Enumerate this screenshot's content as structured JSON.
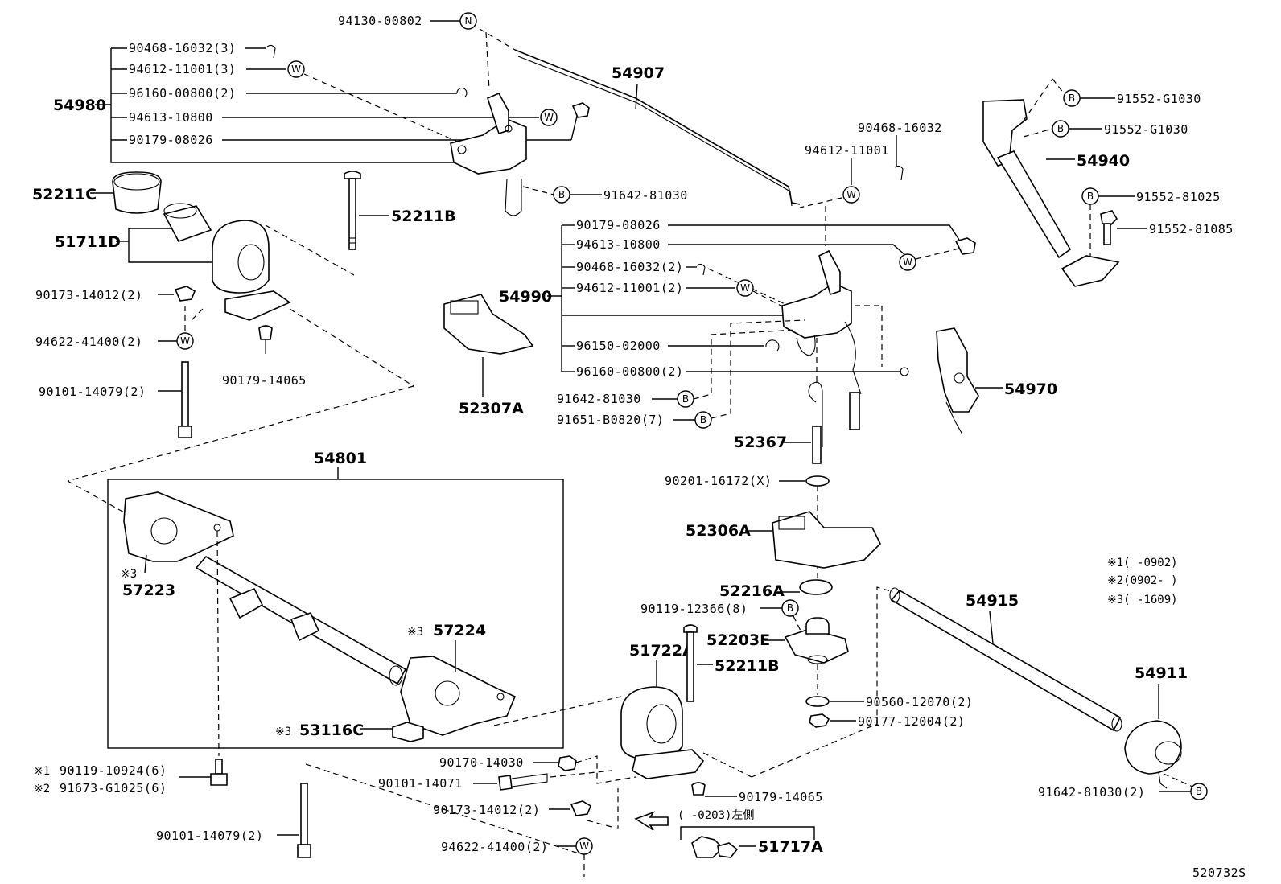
{
  "diagram_id": "520732S",
  "parts": {
    "p54980": "54980",
    "p90468_16032_3": "90468-16032(3)",
    "p94612_11001_3": "94612-11001(3)",
    "p96160_00800_2": "96160-00800(2)",
    "p94613_10800_a": "94613-10800",
    "p90179_08026_a": "90179-08026",
    "p94130_00802": "94130-00802",
    "p54907": "54907",
    "p91642_81030_a": "91642-81030",
    "p52211C": "52211C",
    "p51711D": "51711D",
    "p52211B_a": "52211B",
    "p90173_14012_2_a": "90173-14012(2)",
    "p94622_41400_2_a": "94622-41400(2)",
    "p90179_14065_a": "90179-14065",
    "p90101_14079_2_a": "90101-14079(2)",
    "p52307A": "52307A",
    "p90468_16032_b": "90468-16032",
    "p94612_11001_b": "94612-11001",
    "p90179_08026_b": "90179-08026",
    "p94613_10800_b": "94613-10800",
    "p90468_16032_2": "90468-16032(2)",
    "p94612_11001_2": "94612-11001(2)",
    "p54990": "54990",
    "p96150_02000": "96150-02000",
    "p96160_00800_2b": "96160-00800(2)",
    "p91642_81030_b": "91642-81030",
    "p91651_B0820_7": "91651-B0820(7)",
    "p52367": "52367",
    "p91552_G1030_a": "91552-G1030",
    "p91552_G1030_b": "91552-G1030",
    "p54940": "54940",
    "p91552_81025": "91552-81025",
    "p91552_81085": "91552-81085",
    "p54970": "54970",
    "p54801": "54801",
    "p57223": "57223",
    "p57224": "57224",
    "p53116C": "53116C",
    "p90119_10924_6": "90119-10924(6)",
    "p91673_G1025_6": "91673-G1025(6)",
    "p90101_14079_2_b": "90101-14079(2)",
    "p90201_16172_X": "90201-16172(X)",
    "p52306A": "52306A",
    "p52216A": "52216A",
    "p90119_12366_8": "90119-12366(8)",
    "p52203E": "52203E",
    "p51722A": "51722A",
    "p52211B_b": "52211B",
    "p90560_12070_2": "90560-12070(2)",
    "p90177_12004_2": "90177-12004(2)",
    "p90170_14030": "90170-14030",
    "p90101_14071": "90101-14071",
    "p90173_14012_2_b": "90173-14012(2)",
    "p94622_41400_2_b": "94622-41400(2)",
    "p90179_14065_b": "90179-14065",
    "p51717A": "51717A",
    "p54915": "54915",
    "p54911": "54911",
    "p91642_81030_2": "91642-81030(2)"
  },
  "notes": {
    "mark1": "※3",
    "mark2": "※3",
    "mark3": "※3",
    "mark4": "※1",
    "mark5": "※2",
    "side_range": "(    -0203)左側",
    "legend1": "※1(    -0902)",
    "legend2": "※2(0902-    )",
    "legend3": "※3(    -1609)"
  },
  "symbols": {
    "n": "N",
    "w": "W",
    "b": "B"
  }
}
